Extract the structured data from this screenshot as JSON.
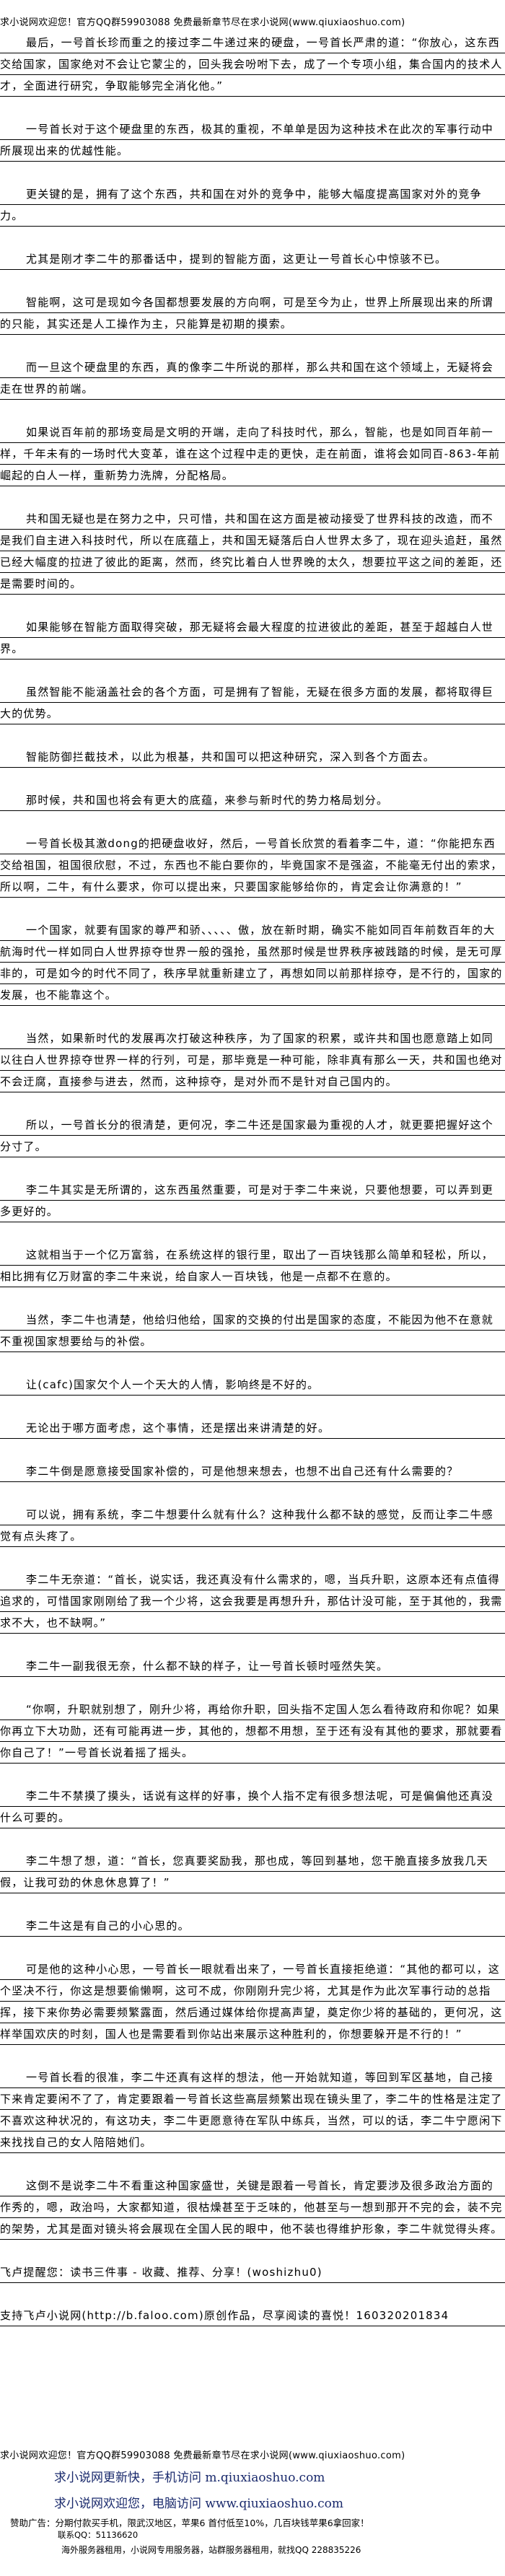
{
  "header": {
    "banner": "求小说网欢迎您！官方QQ群59903088 免费最新章节尽在求小说网(www.qiuxiaoshuo.com)"
  },
  "article": {
    "paragraphs": [
      "最后，一号首长珍而重之的接过李二牛递过来的硬盘，一号首长严肃的道：“你放心，这东西交给国家，国家绝对不会让它蒙尘的，回头我会吩咐下去，成了一个专项小组，集合国内的技术人才，全面进行研究，争取能够完全消化他。”",
      "一号首长对于这个硬盘里的东西，极其的重视，不单单是因为这种技术在此次的军事行动中所展现出来的优越性能。",
      "更关键的是，拥有了这个东西，共和国在对外的竞争中，能够大幅度提高国家对外的竞争力。",
      "尤其是刚才李二牛的那番话中，提到的智能方面，这更让一号首长心中惊骇不已。",
      "智能啊，这可是现如今各国都想要发展的方向啊，可是至今为止，世界上所展现出来的所谓的只能，其实还是人工操作为主，只能算是初期的摸索。",
      "而一旦这个硬盘里的东西，真的像李二牛所说的那样，那么共和国在这个领域上，无疑将会走在世界的前端。",
      "如果说百年前的那场变局是文明的开端，走向了科技时代，那么，智能，也是如同百年前一样，千年未有的一场时代大变革，谁在这个过程中走的更快，走在前面，谁将会如同百-863-年前崛起的白人一样，重新势力洗牌，分配格局。",
      "共和国无疑也是在努力之中，只可惜，共和国在这方面是被动接受了世界科技的改造，而不是我们自主进入科技时代，所以在底蕴上，共和国无疑落后白人世界太多了，现在迎头追赶，虽然已经大幅度的拉进了彼此的距离，然而，终究比着白人世界晚的太久，想要拉平这之间的差距，还是需要时间的。",
      "如果能够在智能方面取得突破，那无疑将会最大程度的拉进彼此的差距，甚至于超越白人世界。",
      "虽然智能不能涵盖社会的各个方面，可是拥有了智能，无疑在很多方面的发展，都将取得巨大的优势。",
      "智能防御拦截技术，以此为根基，共和国可以把这种研究，深入到各个方面去。",
      "那时候，共和国也将会有更大的底蕴，来参与新时代的势力格局划分。",
      "一号首长极其激dong的把硬盘收好，然后，一号首长欣赏的看着李二牛，道：“你能把东西交给祖国，祖国很欣慰，不过，东西也不能白要你的，毕竟国家不是强盗，不能毫无付出的索求，所以啊，二牛，有什么要求，你可以提出来，只要国家能够给你的，肯定会让你满意的！”",
      "一个国家，就要有国家的尊严和骄、、、、、傲，放在新时期，确实不能如同百年前数百年的大航海时代一样如同白人世界掠夺世界一般的强抢，虽然那时候是世界秩序被践踏的时候，是无可厚非的，可是如今的时代不同了，秩序早就重新建立了，再想如同以前那样掠夺，是不行的，国家的发展，也不能靠这个。",
      "当然，如果新时代的发展再次打破这种秩序，为了国家的积累，或许共和国也愿意踏上如同以往白人世界掠夺世界一样的行列，可是，那毕竟是一种可能，除非真有那么一天，共和国也绝对不会迂腐，直接参与进去，然而，这种掠夺，是对外而不是针对自己国内的。",
      "所以，一号首长分的很清楚，更何况，李二牛还是国家最为重视的人才，就更要把握好这个分寸了。",
      "李二牛其实是无所谓的，这东西虽然重要，可是对于李二牛来说，只要他想要，可以弄到更多更好的。",
      "这就相当于一个亿万富翁，在系统这样的银行里，取出了一百块钱那么简单和轻松，所以，相比拥有亿万财富的李二牛来说，给自家人一百块钱，他是一点都不在意的。",
      "当然，李二牛也清楚，他给归他给，国家的交换的付出是国家的态度，不能因为他不在意就不重视国家想要给与的补偿。",
      "让(cafc)国家欠个人一个天大的人情，影响终是不好的。",
      "无论出于哪方面考虑，这个事情，还是摆出来讲清楚的好。",
      "李二牛倒是愿意接受国家补偿的，可是他想来想去，也想不出自己还有什么需要的？",
      "可以说，拥有系统，李二牛想要什么就有什么？这种我什么都不缺的感觉，反而让李二牛感觉有点头疼了。",
      "李二牛无奈道：“首长，说实话，我还真没有什么需求的，嗯，当兵升职，这原本还有点值得追求的，可惜国家刚刚给了我一个少将，这会我要是再想升升，那估计没可能，至于其他的，我需求不大，也不缺啊。”",
      "李二牛一副我很无奈，什么都不缺的样子，让一号首长顿时哑然失笑。",
      "“你啊，升职就别想了，刚升少将，再给你升职，回头指不定国人怎么看待政府和你呢？如果你再立下大功勋，还有可能再进一步，其他的，想都不用想，至于还有没有其他的要求，那就要看你自己了！”一号首长说着摇了摇头。",
      "李二牛不禁摸了摸头，话说有这样的好事，换个人指不定有很多想法呢，可是偏偏他还真没什么可要的。",
      "李二牛想了想，道：“首长，您真要奖励我，那也成，等回到基地，您干脆直接多放我几天假，让我可劲的休息休息算了！”",
      "李二牛这是有自己的小心思的。",
      "可是他的这种小心思，一号首长一眼就看出来了，一号首长直接拒绝道：“其他的都可以，这个坚决不行，你这是想要偷懒啊，这可不成，你刚刚升完少将，尤其是作为此次军事行动的总指挥，接下来你势必需要频繁露面，然后通过媒体给你提高声望，奠定你少将的基础的，更何况，这样举国欢庆的时刻，国人也是需要看到你站出来展示这种胜利的，你想要躲开是不行的！”",
      "一号首长看的很准，李二牛还真有这样的想法，他一开始就知道，等回到军区基地，自己接下来肯定要闲不了了，肯定要跟着一号首长这些高层频繁出现在镜头里了，李二牛的性格是注定了不喜欢这种状况的，有这功夫，李二牛更愿意待在军队中练兵，当然，可以的话，李二牛宁愿闲下来找找自己的女人陪陪她们。",
      "这倒不是说李二牛不看重这种国家盛世，关键是跟着一号首长，肯定要涉及很多政治方面的作秀的，嗯，政治吗，大家都知道，很枯燥甚至于乏味的，他甚至与一想到那开不完的会，装不完的架势，尤其是面对镜头将会展现在全国人民的眼中，他不装也得维护形象，李二牛就觉得头疼。"
    ],
    "reminder": "飞卢提醒您：读书三件事 - 收藏、推荐、分享！(woshizhu0)",
    "support": "支持飞卢小说网(http://b.faloo.com)原创作品，尽享阅读的喜悦！1",
    "code": "60320201834"
  },
  "footer": {
    "banner": "求小说网欢迎您！官方QQ群59903088 免费最新章节尽在求小说网(www.qiuxiaoshuo.com)",
    "mobile": "求小说网更新快，手机访问 m.qiuxiaoshuo.com",
    "pc": "求小说网欢迎您，电脑访问 www.qiuxiaoshuo.com",
    "ad": "赞助广告：分期付款买手机，限武汉地区，苹果6 首付低至10%，几百块钱苹果6拿回家！",
    "ad_qq": "联系QQ：51136620",
    "server": "海外服务器租用，小说网专用服务器，站群服务器租用，就找QQ 228835226"
  }
}
